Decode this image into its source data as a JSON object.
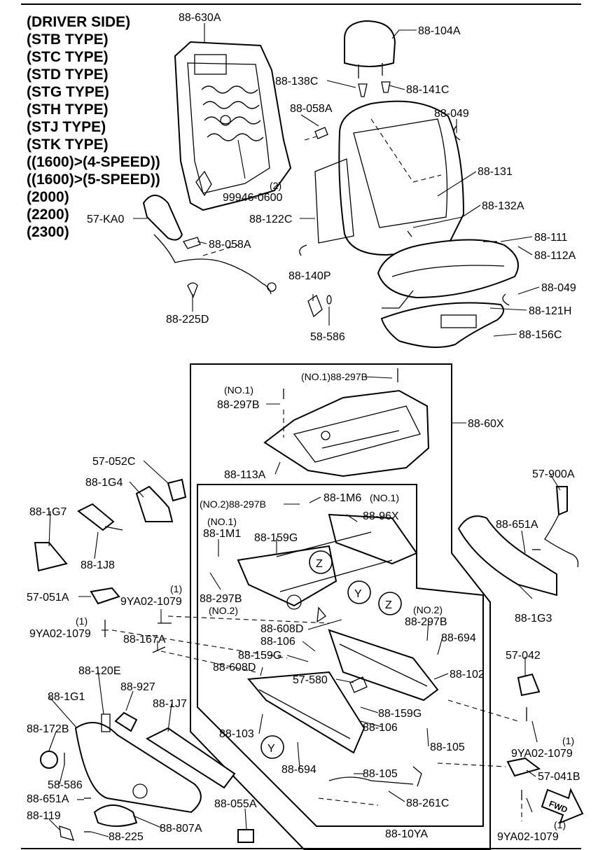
{
  "title_lines": [
    "(DRIVER SIDE)",
    "(STB TYPE)",
    "(STC TYPE)",
    "(STD TYPE)",
    "(STG TYPE)",
    "(STH TYPE)",
    "(STJ TYPE)",
    "(STK TYPE)",
    "((1600)>(4-SPEED))",
    "((1600)>(5-SPEED))",
    "(2000)",
    "(2200)",
    "(2300)"
  ],
  "labels": {
    "l_88_630A": "88-630A",
    "l_88_104A": "88-104A",
    "l_88_138C": "88-138C",
    "l_88_141C": "88-141C",
    "l_88_058A_top": "88-058A",
    "l_88_049_top": "88-049",
    "l_99946_0600": "99946-0600",
    "l_99946_qty": "(2)",
    "l_88_131": "88-131",
    "l_88_132A": "88-132A",
    "l_57_KA0": "57-KA0",
    "l_88_122C": "88-122C",
    "l_88_111": "88-111",
    "l_88_058A_mid": "88-058A",
    "l_88_112A": "88-112A",
    "l_88_140P": "88-140P",
    "l_88_049_mid": "88-049",
    "l_88_121H": "88-121H",
    "l_88_225D": "88-225D",
    "l_58_586_top": "58-586",
    "l_88_156C": "88-156C",
    "l_no1_297B_a": "(NO.1)88-297B",
    "l_no1_a": "(NO.1)",
    "l_88_297B_b": "88-297B",
    "l_88_60X": "88-60X",
    "l_88_113A": "88-113A",
    "l_57_052C": "57-052C",
    "l_57_900A": "57-900A",
    "l_88_1G4": "88-1G4",
    "l_no2_297B": "(NO.2)88-297B",
    "l_88_1M6": "88-1M6",
    "l_no1_1M6": "(NO.1)",
    "l_88_1G7": "88-1G7",
    "l_88_96X": "88-96X",
    "l_88_651A_right": "88-651A",
    "l_no1_1M1": "(NO.1)",
    "l_88_1M1": "88-1M1",
    "l_88_159G_top": "88-159G",
    "l_88_1J8": "88-1J8",
    "l_57_051A": "57-051A",
    "l_qty1_a": "(1)",
    "l_9YA02_a": "9YA02-1079",
    "l_88_297B_no2": "88-297B",
    "l_no2_a": "(NO.2)",
    "l_88_1G3": "88-1G3",
    "l_no2_b": "(NO.2)",
    "l_qty1_b": "(1)",
    "l_88_608D_a": "88-608D",
    "l_88_297B_c": "88-297B",
    "l_9YA02_b": "9YA02-1079",
    "l_88_106_a": "88-106",
    "l_88_694_a": "88-694",
    "l_88_167A": "88-167A",
    "l_88_159G_mid": "88-159G",
    "l_57_042": "57-042",
    "l_88_608D_b": "88-608D",
    "l_88_120E": "88-120E",
    "l_88_102": "88-102",
    "l_57_580": "57-580",
    "l_88_927": "88-927",
    "l_88_1G1": "88-1G1",
    "l_88_1J7": "88-1J7",
    "l_88_159G_bot": "88-159G",
    "l_88_172B": "88-172B",
    "l_88_103": "88-103",
    "l_88_106_b": "88-106",
    "l_qty1_c": "(1)",
    "l_88_105_a": "88-105",
    "l_9YA02_c": "9YA02-1079",
    "l_58_586_bot": "58-586",
    "l_88_694_b": "88-694",
    "l_88_105_b": "88-105",
    "l_57_041B": "57-041B",
    "l_88_651A_left": "88-651A",
    "l_88_055A": "88-055A",
    "l_88_261C": "88-261C",
    "l_88_119": "88-119",
    "l_88_807A": "88-807A",
    "l_88_225": "88-225",
    "l_88_10YA": "88-10YA",
    "l_qty1_d": "(1)",
    "l_9YA02_d": "9YA02-1079"
  },
  "callouts": {
    "z_upper": "Z",
    "y_upper": "Y",
    "z_lower": "Z",
    "y_lower": "Y"
  },
  "fwd_label": "FWD"
}
